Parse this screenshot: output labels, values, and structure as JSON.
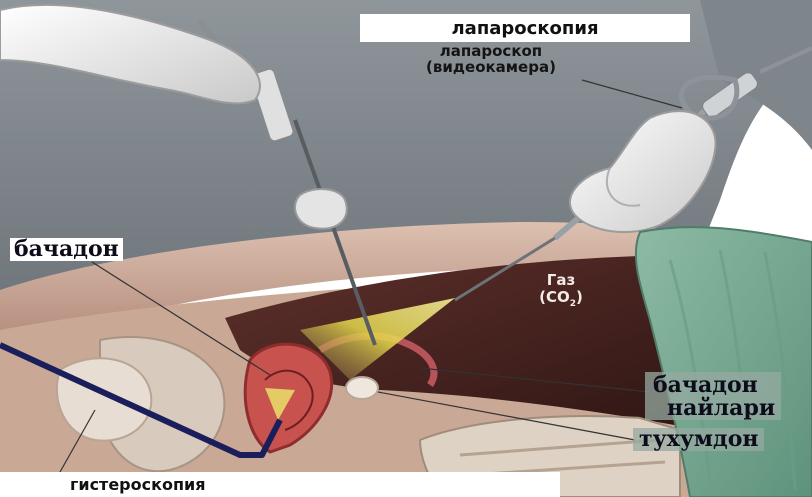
{
  "labels": {
    "laparoscopy": "лапароскопия",
    "laparoscope_line1": "лапароскоп",
    "laparoscope_line2": "(видеокамера)",
    "uterus": "бачадон",
    "gas": "Газ",
    "co2": "(CO",
    "co2_sub": "2",
    "co2_close": ")",
    "fallopian_line1": "бачадон",
    "fallopian_line2": "найлари",
    "ovary": "тухумдон",
    "hysteroscopy": "гистероскопия"
  },
  "colors": {
    "drape": "#7fae98",
    "cavity": "#4a2622",
    "scope_line": "#1a1f5c",
    "uterus": "#c8524e",
    "light_cone": "#f0e85a"
  }
}
